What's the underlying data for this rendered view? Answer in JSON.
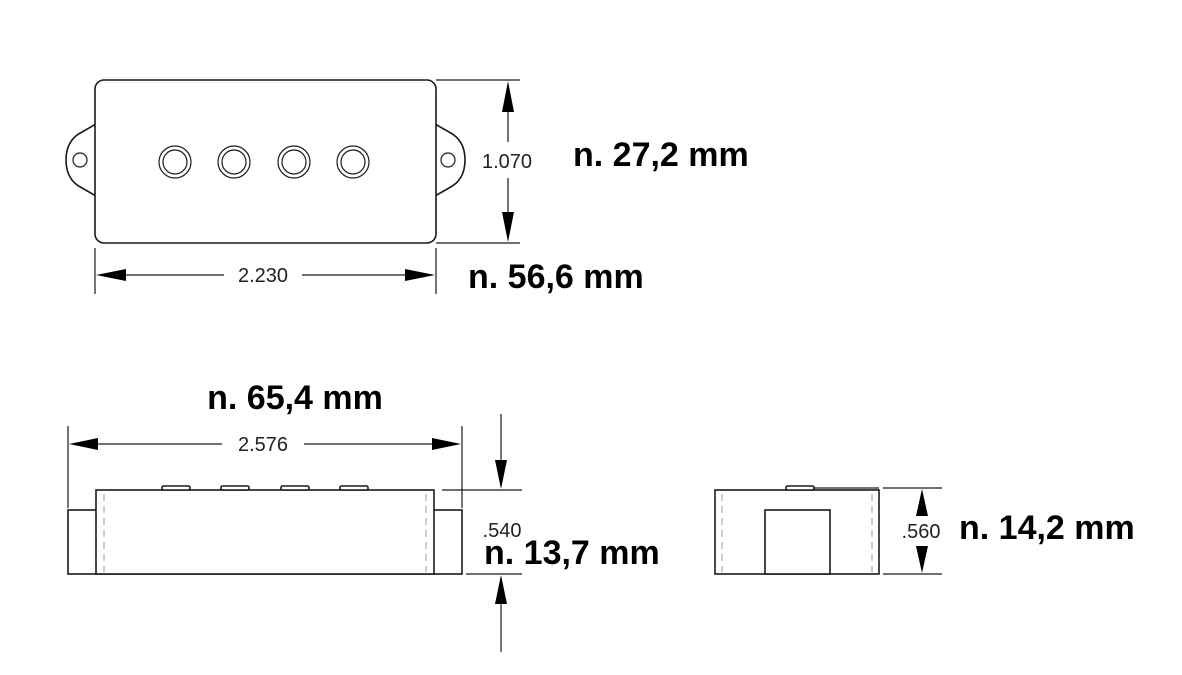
{
  "top_view": {
    "height_dim": "1.070",
    "height_mm": "n. 27,2 mm",
    "width_dim": "2.230",
    "width_mm": "n. 56,6 mm"
  },
  "front_view": {
    "length_mm": "n. 65,4 mm",
    "length_dim": "2.576",
    "height_dim": ".540",
    "height_mm": "n. 13,7 mm"
  },
  "side_view": {
    "height_dim": ".560",
    "height_mm": "n. 14,2 mm"
  }
}
